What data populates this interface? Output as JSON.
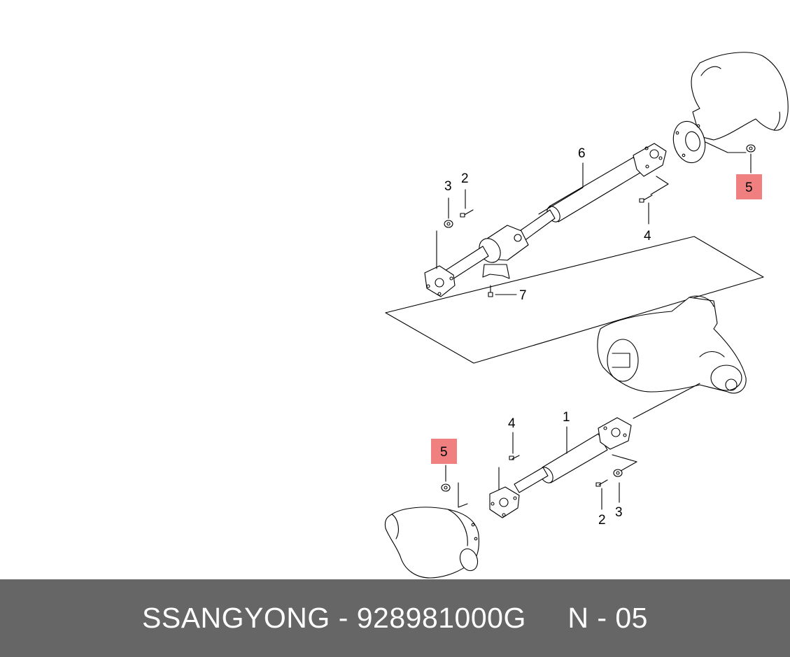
{
  "footer": {
    "brand": "SSANGYONG",
    "separator": " - ",
    "part_number": "928981000G",
    "gap": "     ",
    "page_code": "N - 05"
  },
  "callouts": {
    "c1": "1",
    "c2_top": "2",
    "c2_bottom": "2",
    "c3_top": "3",
    "c3_bottom": "3",
    "c4_top": "4",
    "c4_bottom": "4",
    "c5_top": "5",
    "c5_bottom": "5",
    "c6": "6",
    "c7": "7"
  },
  "colors": {
    "highlight": "#f08080",
    "footer_bg": "#666666",
    "footer_text": "#ffffff"
  }
}
